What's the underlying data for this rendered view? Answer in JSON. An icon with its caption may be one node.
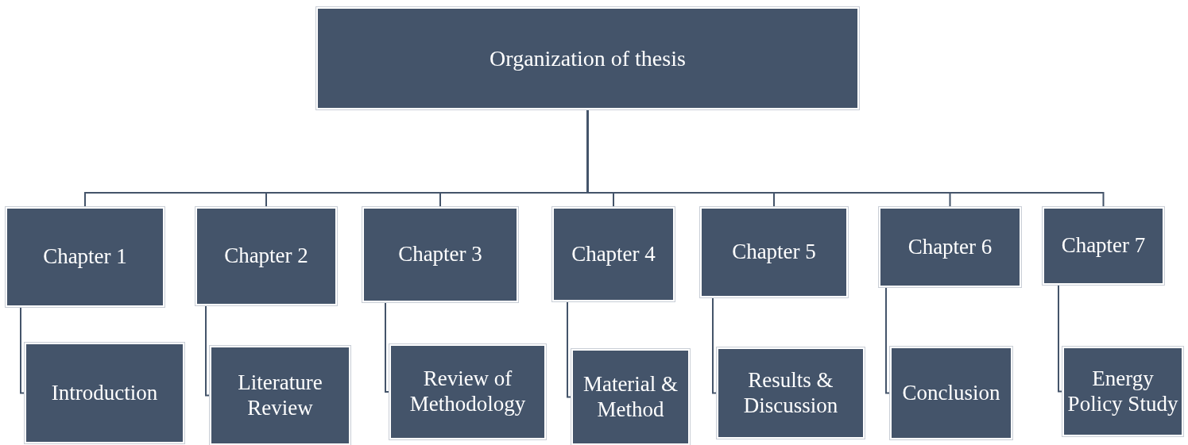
{
  "diagram": {
    "nodes": [
      {
        "text": [
          "Organization of thesis"
        ]
      },
      {
        "text": [
          "Chapter 1"
        ]
      },
      {
        "text": [
          "Chapter 2"
        ]
      },
      {
        "text": [
          "Chapter 3"
        ]
      },
      {
        "text": [
          "Chapter 4"
        ]
      },
      {
        "text": [
          "Chapter 5"
        ]
      },
      {
        "text": [
          "Chapter 6"
        ]
      },
      {
        "text": [
          "Chapter 7"
        ]
      },
      {
        "text": [
          "Introduction"
        ]
      },
      {
        "text": [
          "Literature Review"
        ]
      },
      {
        "text": [
          "Review of Methodology"
        ]
      },
      {
        "text": [
          "Material & Method"
        ]
      },
      {
        "text": [
          "Results & Discussion"
        ]
      },
      {
        "text": [
          "Conclusion"
        ]
      },
      {
        "text": [
          "Energy Policy Study"
        ]
      }
    ],
    "edges": [
      {
        "from": 0,
        "to": 1,
        "arrow": "none"
      },
      {
        "from": 0,
        "to": 2,
        "arrow": "none"
      },
      {
        "from": 0,
        "to": 3,
        "arrow": "none"
      },
      {
        "from": 0,
        "to": 4,
        "arrow": "none"
      },
      {
        "from": 0,
        "to": 5,
        "arrow": "none"
      },
      {
        "from": 0,
        "to": 6,
        "arrow": "none"
      },
      {
        "from": 0,
        "to": 7,
        "arrow": "none"
      },
      {
        "from": 1,
        "to": 8,
        "arrow": "none"
      },
      {
        "from": 2,
        "to": 9,
        "arrow": "none"
      },
      {
        "from": 3,
        "to": 10,
        "arrow": "none"
      },
      {
        "from": 4,
        "to": 11,
        "arrow": "none"
      },
      {
        "from": 5,
        "to": 12,
        "arrow": "none"
      },
      {
        "from": 6,
        "to": 13,
        "arrow": "none"
      },
      {
        "from": 7,
        "to": 14,
        "arrow": "none"
      }
    ]
  }
}
